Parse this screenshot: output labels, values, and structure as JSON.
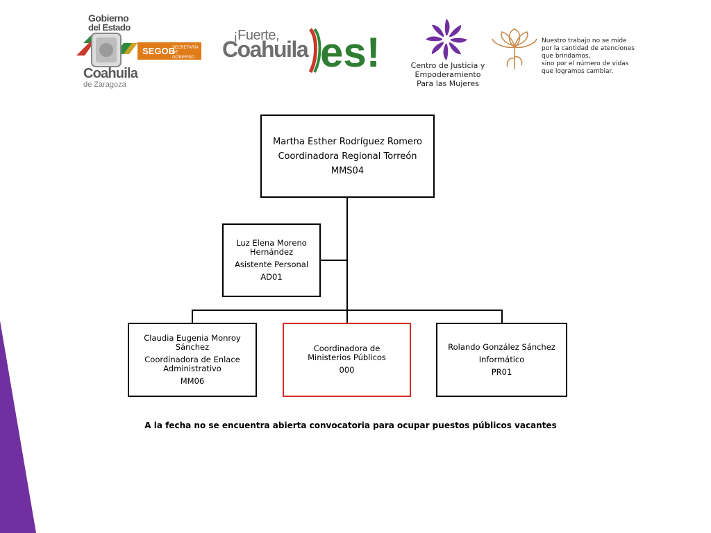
{
  "header": {
    "gobierno_logo": {
      "line1": "Gobierno",
      "line2": "del Estado",
      "line3": "Coahuila",
      "line4": "de Zaragoza"
    },
    "segob_logo": {
      "label": "SEGOB",
      "sub": "SECRETARÍA DE GOBIERNO"
    },
    "fuerte_logo": {
      "line1": "¡Fuerte,",
      "line2": "Coahuila",
      "es": "es!"
    },
    "cjpm_logo": {
      "lines": [
        "Centro de Justicia y",
        "Empoderamiento",
        "Para las Mujeres"
      ]
    },
    "quote": {
      "lines": [
        "Nuestro trabajo no se mide",
        "por la cantidad de atenciones",
        "que brindamos,",
        "sino por el número de vidas",
        "que logramos cambiar."
      ]
    }
  },
  "org_chart": {
    "top": {
      "name": "Martha Esther Rodríguez Romero",
      "role": "Coordinadora Regional Torreón",
      "code": "MMS04"
    },
    "assistant": {
      "name": "Luz Elena Moreno Hernández",
      "role": "Asistente Personal",
      "code": "AD01"
    },
    "children": [
      {
        "name": "Claudia Eugenia Monroy Sánchez",
        "role": "Coordinadora de Enlace Administrativo",
        "code": "MM06"
      },
      {
        "role": "Coordinadora de Ministerios Públicos",
        "code": "000"
      },
      {
        "name": "Rolando González Sánchez",
        "role": "Informático",
        "code": "PR01"
      }
    ]
  },
  "footer_note": "A la fecha no se encuentra abierta convocatoria para ocupar puestos públicos vacantes",
  "colors": {
    "accent_purple": "#7030a0",
    "vacant_border": "#d62b2b",
    "segob_orange": "#e07b18"
  }
}
